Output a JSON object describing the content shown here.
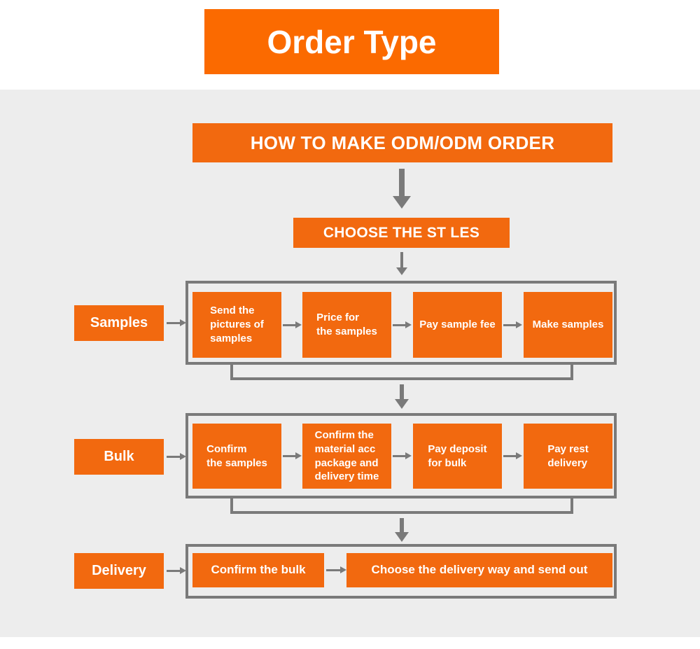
{
  "banner": {
    "title": "Order Type"
  },
  "flow": {
    "header": "HOW TO MAKE ODM/ODM ORDER",
    "style_step": "CHOOSE THE ST LES",
    "rows": [
      {
        "label": "Samples",
        "steps": [
          "Send the\npictures of\nsamples",
          "Price for\nthe samples",
          "Pay sample fee",
          "Make samples"
        ]
      },
      {
        "label": "Bulk",
        "steps": [
          "Confirm\nthe samples",
          "Confirm the\nmaterial acc\npackage and\ndelivery time",
          "Pay deposit\nfor bulk",
          "Pay rest\ndelivery"
        ]
      },
      {
        "label": "Delivery",
        "steps": [
          "Confirm the bulk",
          "Choose the delivery way and send out"
        ]
      }
    ]
  },
  "colors": {
    "banner_orange": "#FB6A00",
    "box_orange": "#F2690F",
    "line_gray": "#7A7A7A",
    "panel_gray": "#EDEDED",
    "text_white": "#FFFFFF"
  }
}
